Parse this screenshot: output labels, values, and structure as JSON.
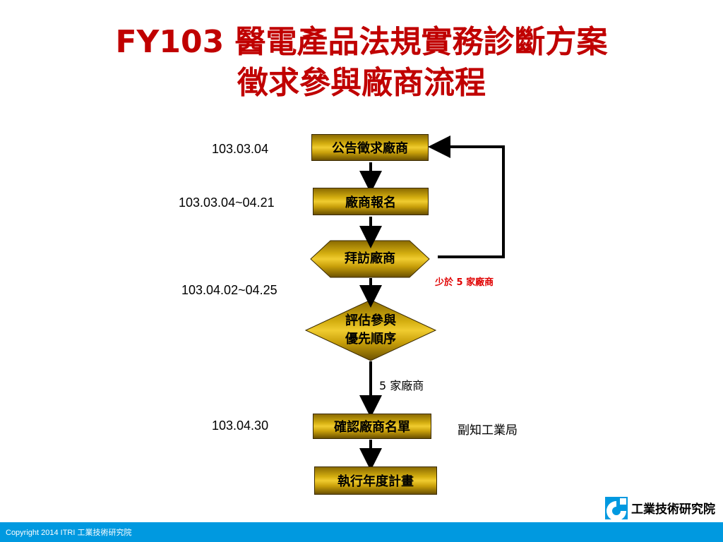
{
  "title": {
    "line1": "FY103 醫電產品法規實務診斷方案",
    "line2": "徵求參與廠商流程"
  },
  "steps": {
    "announce": "公告徵求廠商",
    "register": "廠商報名",
    "visit": "拜訪廠商",
    "evaluate_line1": "評估參與",
    "evaluate_line2": "優先順序",
    "confirm": "確認廠商名單",
    "execute": "執行年度計畫"
  },
  "dates": {
    "announce": "103.03.04",
    "register": "103.03.04~04.21",
    "visit": "103.04.02~04.25",
    "confirm": "103.04.30"
  },
  "notes": {
    "loop_condition": "少於 5 家廠商",
    "pass_condition": "5 家廠商",
    "approver": "副知工業局"
  },
  "logo": {
    "text": "工業技術研究院"
  },
  "footer": {
    "copyright": "Copyright 2014 ITRI 工業技術研究院"
  },
  "colors": {
    "title": "#c00000",
    "footer": "#0099e0",
    "note_red": "#e00000"
  }
}
